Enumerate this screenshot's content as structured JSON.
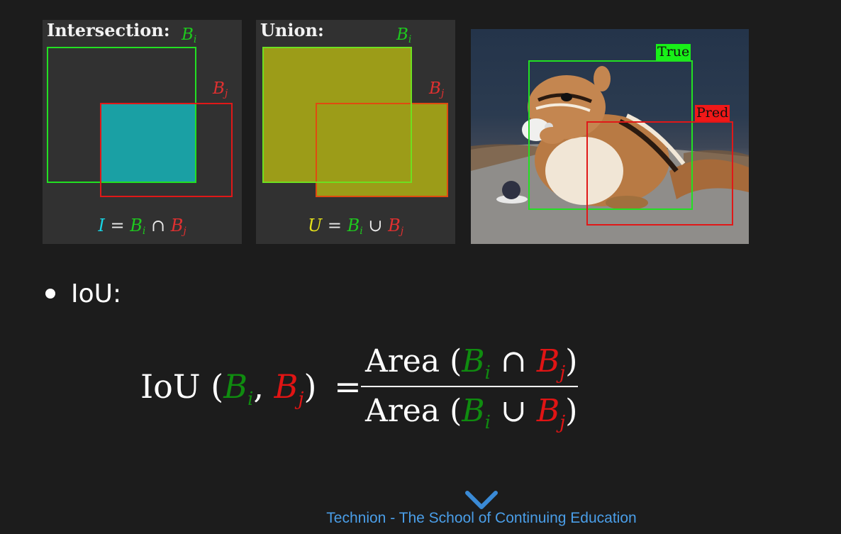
{
  "intersection_panel": {
    "title": "Intersection:",
    "label_i": "B",
    "label_i_sub": "i",
    "label_j": "B",
    "label_j_sub": "j",
    "formula": {
      "lhs": "I",
      "eq": "=",
      "b1": "B",
      "b1_sub": "i",
      "op": "∩",
      "b2": "B",
      "b2_sub": "j"
    }
  },
  "union_panel": {
    "title": "Union:",
    "label_i": "B",
    "label_i_sub": "i",
    "label_j": "B",
    "label_j_sub": "j",
    "formula": {
      "lhs": "U",
      "eq": "=",
      "b1": "B",
      "b1_sub": "i",
      "op": "∪",
      "b2": "B",
      "b2_sub": "j"
    }
  },
  "photo": {
    "true_tag": "True",
    "pred_tag": "Pred"
  },
  "bullet": {
    "text": "IoU:"
  },
  "equation": {
    "lhs_name": "IoU",
    "lparen": "(",
    "b1": "B",
    "b1_sub": "i",
    "comma": ",",
    "b2": "B",
    "b2_sub": "j",
    "rparen": ")",
    "eq": "=",
    "area": "Area",
    "cap": "∩",
    "cup": "∪"
  },
  "footer": {
    "text": "Technion - The School of Continuing Education"
  },
  "colors": {
    "green_box": "#22e022",
    "red_box": "#e01818",
    "intersection_fill": "#1aa0a4",
    "union_fill": "#9c9c18",
    "accent_link": "#4a9ee8"
  },
  "icons": {
    "nav": "chevron-down-icon"
  }
}
